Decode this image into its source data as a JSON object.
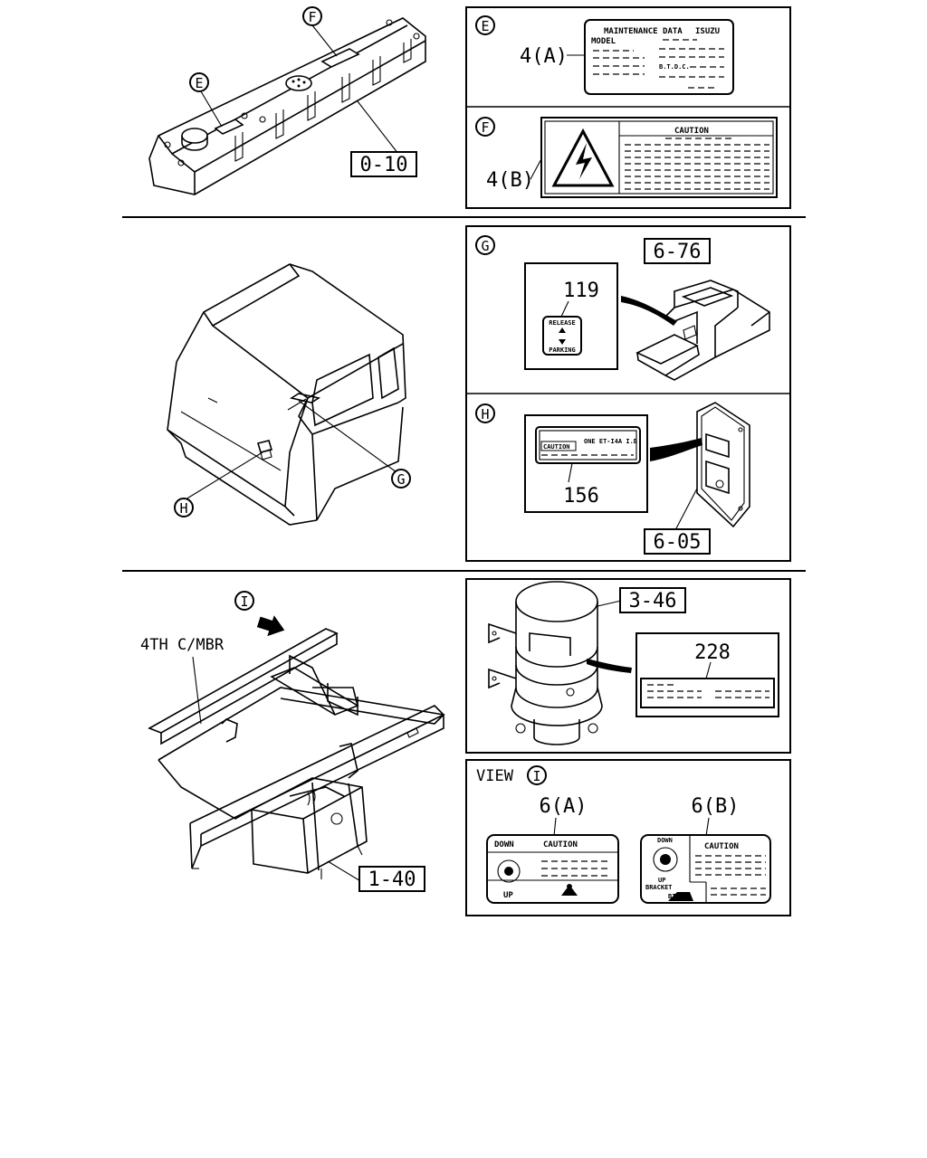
{
  "top_left": {
    "callout_f": "F",
    "callout_e": "E",
    "ref": "0-10"
  },
  "panel_e": {
    "letter": "E",
    "part": "4(A)",
    "label_title": "MAINTENANCE DATA",
    "label_brand": "ISUZU",
    "label_model": "MODEL",
    "label_btdc": "B.T.D.C."
  },
  "panel_f": {
    "letter": "F",
    "part": "4(B)",
    "label_caution": "CAUTION"
  },
  "cab": {
    "callout_h": "H",
    "callout_g": "G"
  },
  "panel_g": {
    "letter": "G",
    "ref": "6-76",
    "part": "119",
    "label_release": "RELEASE",
    "label_parking": "PARKING"
  },
  "panel_h": {
    "letter": "H",
    "part": "156",
    "ref": "6-05",
    "label_caution": "CAUTION",
    "label_text": "ONE ET-I4A I.B"
  },
  "frame": {
    "view_marker": "I",
    "member_label": "4TH C/MBR",
    "ref": "1-40"
  },
  "panel_346": {
    "ref": "3-46",
    "part": "228"
  },
  "panel_view": {
    "title": "VIEW",
    "marker": "I",
    "part_a": "6(A)",
    "part_b": "6(B)",
    "a_down": "DOWN",
    "a_caution": "CAUTION",
    "a_up": "UP",
    "b_down": "DOWN",
    "b_caution": "CAUTION",
    "b_up": "UP",
    "b_bracket": "BRACKET",
    "b_bind": "BIND"
  }
}
